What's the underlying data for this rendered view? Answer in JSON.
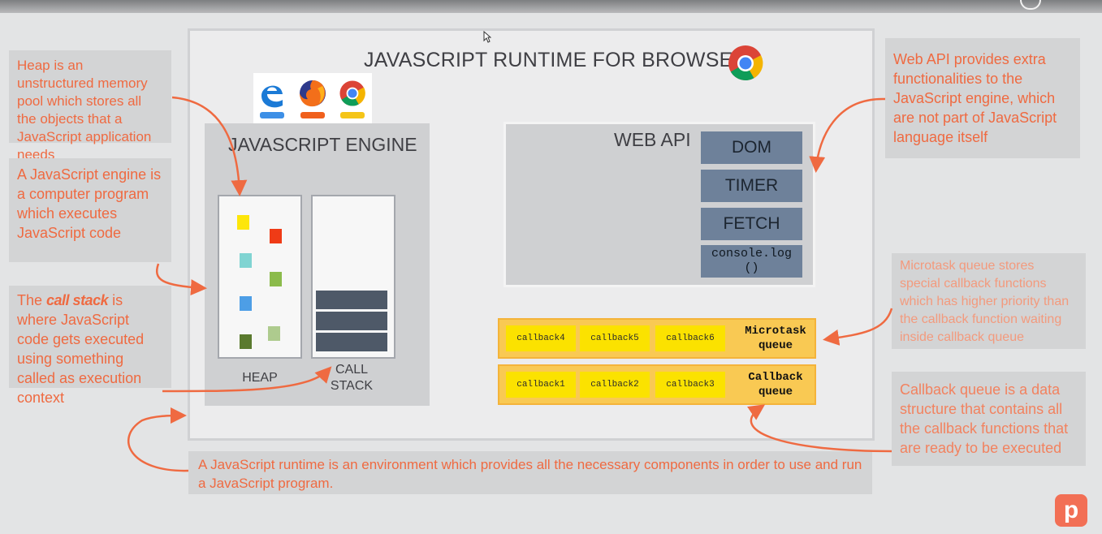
{
  "runtime": {
    "title": "JAVASCRIPT RUNTIME FOR BROWSER"
  },
  "engine": {
    "title": "JAVASCRIPT ENGINE",
    "heap_label": "HEAP",
    "callstack_label_1": "CALL",
    "callstack_label_2": "STACK"
  },
  "web_api": {
    "title": "WEB API",
    "items": [
      "DOM",
      "TIMER",
      "FETCH"
    ],
    "console_1": "console.log",
    "console_2": "()"
  },
  "microtask_queue": {
    "callbacks": [
      "callback4",
      "callback5",
      "callback6"
    ],
    "label_1": "Microtask",
    "label_2": "queue"
  },
  "callback_queue": {
    "callbacks": [
      "callback1",
      "callback2",
      "callback3"
    ],
    "label_1": "Callback",
    "label_2": "queue"
  },
  "notes": {
    "heap": "Heap is an unstructured memory pool which stores all the objects that a JavaScript application needs",
    "engine": "A JavaScript engine is a computer program which executes JavaScript code",
    "callstack_pre": "The ",
    "callstack_em": "call stack",
    "callstack_post": " is where JavaScript code gets executed using something called as execution context",
    "webapi": "Web API provides extra functionalities to the JavaScript engine, which are not part of JavaScript language itself",
    "microtask": "Microtask queue stores special callback functions which has higher priority than the callback function waiting inside callback queue",
    "callback": "Callback queue is a data structure that contains all the callback functions that are ready to be executed",
    "runtime": "A JavaScript runtime is an environment which provides all the necessary components in order to use and run a JavaScript program."
  },
  "colors": {
    "annotation": "#ef6a41",
    "queue_bg": "#f9c953",
    "callback_chip": "#fbe200",
    "api_button": "#6e819a",
    "stack_frame": "#4e5968"
  },
  "icons": [
    "edge-icon",
    "firefox-icon",
    "chrome-icon",
    "chrome-large-icon",
    "mouse-cursor-icon",
    "logo-p-icon"
  ],
  "badge": "p"
}
